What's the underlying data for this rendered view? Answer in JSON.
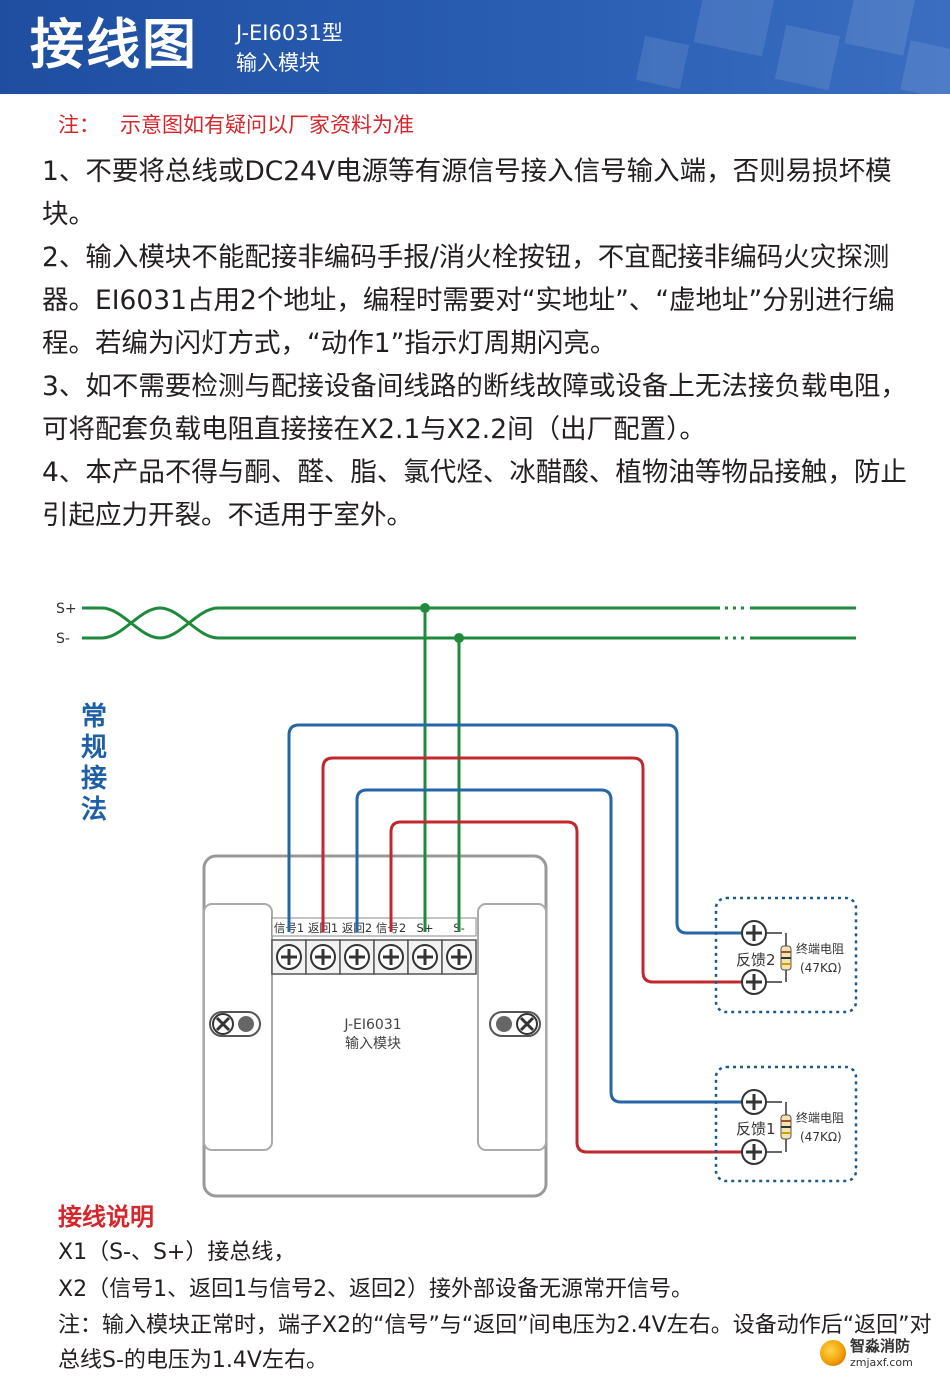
{
  "header": {
    "title": "接线图",
    "model": "J-EI6031型",
    "subtitle": "输入模块"
  },
  "note": {
    "label": "注：",
    "text": "示意图如有疑问以厂家资料为准"
  },
  "instructions": [
    "1、不要将总线或DC24V电源等有源信号接入信号输入端，否则易损坏模块。",
    "2、输入模块不能配接非编码手报/消火栓按钮，不宜配接非编码火灾探测器。EI6031占用2个地址，编程时需要对“实地址”、“虚地址”分别进行编程。若编为闪灯方式，“动作1”指示灯周期闪亮。",
    "3、如不需要检测与配接设备间线路的断线故障或设备上无法接负载电阻，可将配套负载电阻直接接在X2.1与X2.2间（出厂配置）。",
    "4、本产品不得与酮、醛、脂、氯代烃、冰醋酸、植物油等物品接触，防止引起应力开裂。不适用于室外。"
  ],
  "diagram": {
    "bus_labels": [
      "S+",
      "S-"
    ],
    "side_label": "常规接法",
    "terminals": [
      "信号1",
      "返回1",
      "返回2",
      "信号2",
      "S+",
      "S-"
    ],
    "module_model": "J-EI6031",
    "module_name": "输入模块",
    "feedback": [
      {
        "label": "反馈2",
        "resistor_label": "终端电阻",
        "resistor_value": "(47KΩ)"
      },
      {
        "label": "反馈1",
        "resistor_label": "终端电阻",
        "resistor_value": "(47KΩ)"
      }
    ],
    "colors": {
      "bus": "#1f8a3c",
      "blue_wire": "#2566a8",
      "red_wire": "#c0282e",
      "dotted": "#1c5a8a"
    }
  },
  "explanation": {
    "title": "接线说明",
    "lines": [
      "X1（S-、S+）接总线，",
      "X2（信号1、返回1与信号2、返回2）接外部设备无源常开信号。",
      "注：输入模块正常时，端子X2的“信号”与“返回”间电压为2.4V左右。设备动作后“返回”对总线S-的电压为1.4V左右。"
    ]
  },
  "watermark": {
    "brand": "智淼消防",
    "url": "zmjaxf.com"
  }
}
